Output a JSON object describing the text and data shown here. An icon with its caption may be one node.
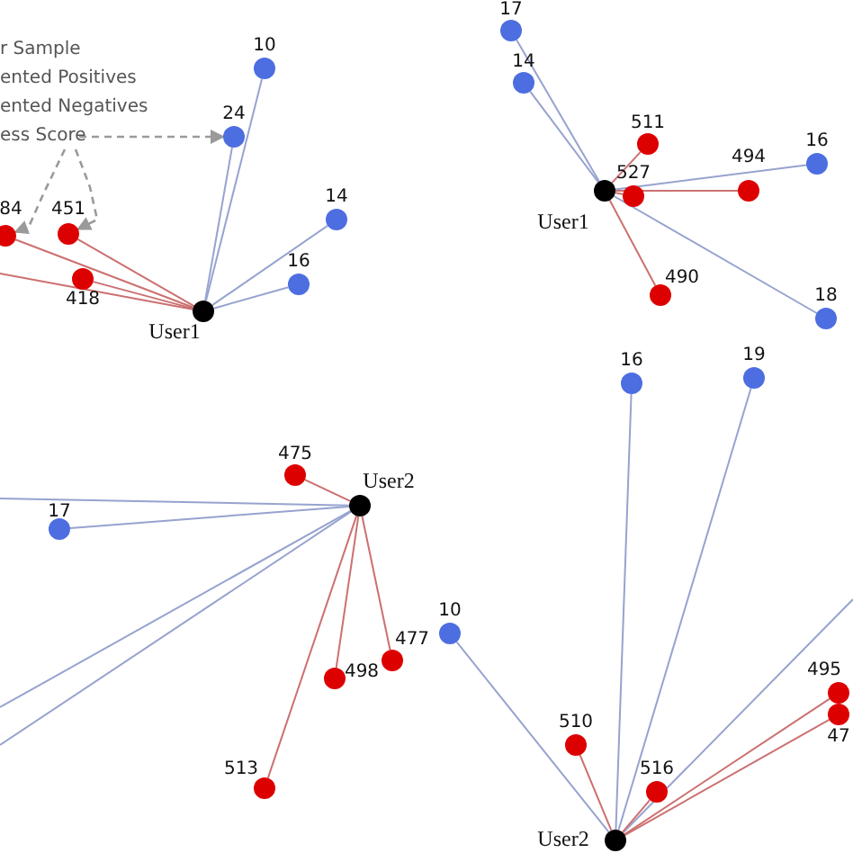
{
  "diagram": {
    "nodes": [
      {
        "text": [
          "ess Score"
        ]
      },
      {
        "text": [],
        "shape": "circle",
        "beside": [
          "User1"
        ]
      },
      {
        "text": [],
        "shape": "circle",
        "beside": [
          "10"
        ]
      },
      {
        "text": [],
        "shape": "circle",
        "beside": [
          "24"
        ]
      },
      {
        "text": [],
        "shape": "circle",
        "beside": [
          "14"
        ]
      },
      {
        "text": [],
        "shape": "circle",
        "beside": [
          "16"
        ]
      },
      {
        "text": [],
        "shape": "circle",
        "beside": [
          "84"
        ]
      },
      {
        "text": [],
        "shape": "circle",
        "beside": [
          "451"
        ]
      },
      {
        "text": [],
        "shape": "circle",
        "beside": [
          "418"
        ]
      },
      {
        "text": [],
        "shape": "circle",
        "beside": [
          "17"
        ]
      },
      {
        "text": [],
        "shape": "circle",
        "beside": [
          "14"
        ]
      },
      {
        "text": [],
        "shape": "circle",
        "beside": [
          "User1"
        ]
      },
      {
        "text": [],
        "shape": "circle",
        "beside": [
          "511"
        ]
      },
      {
        "text": [],
        "shape": "circle",
        "beside": [
          "527"
        ]
      },
      {
        "text": [],
        "shape": "circle",
        "beside": [
          "494"
        ]
      },
      {
        "text": [],
        "shape": "circle",
        "beside": [
          "16"
        ]
      },
      {
        "text": [],
        "shape": "circle",
        "beside": [
          "490"
        ]
      },
      {
        "text": [],
        "shape": "circle",
        "beside": [
          "18"
        ]
      },
      {
        "text": [],
        "shape": "circle",
        "beside": [
          "475"
        ]
      },
      {
        "text": [],
        "shape": "circle",
        "beside": [
          "User2"
        ]
      },
      {
        "text": [],
        "shape": "circle",
        "beside": [
          "17"
        ]
      },
      {
        "text": [],
        "shape": "circle",
        "beside": [
          "498"
        ]
      },
      {
        "text": [],
        "shape": "circle",
        "beside": [
          "477"
        ]
      },
      {
        "text": [],
        "shape": "circle",
        "beside": [
          "513"
        ]
      },
      {
        "text": [],
        "shape": "circle",
        "beside": [
          "16"
        ]
      },
      {
        "text": [],
        "shape": "circle",
        "beside": [
          "19"
        ]
      },
      {
        "text": [],
        "shape": "circle",
        "beside": [
          "10"
        ]
      },
      {
        "text": [],
        "shape": "circle",
        "beside": [
          "510"
        ]
      },
      {
        "text": [],
        "shape": "circle",
        "beside": [
          "516"
        ]
      },
      {
        "text": [],
        "shape": "circle",
        "beside": [
          "495"
        ]
      },
      {
        "text": [],
        "shape": "circle",
        "beside": [
          "47"
        ]
      },
      {
        "text": [],
        "shape": "circle",
        "beside": [
          "User2"
        ]
      }
    ],
    "edges": [
      {
        "from": 0,
        "to": 3,
        "arrow": "to",
        "style": "dashed",
        "color": "#9a9a9a"
      },
      {
        "from": 0,
        "to": 7,
        "arrow": "to",
        "style": "dashed",
        "color": "#9a9a9a"
      },
      {
        "from": 0,
        "to": 6,
        "arrow": "to",
        "style": "dashed",
        "color": "#9a9a9a"
      },
      {
        "from": 1,
        "to": 2,
        "arrow": "none",
        "color": "#97a3cf"
      },
      {
        "from": 1,
        "to": 3,
        "arrow": "none",
        "color": "#97a3cf"
      },
      {
        "from": 1,
        "to": 4,
        "arrow": "none",
        "color": "#97a3cf"
      },
      {
        "from": 1,
        "to": 5,
        "arrow": "none",
        "color": "#97a3cf"
      },
      {
        "from": 1,
        "to": 6,
        "arrow": "none",
        "color": "#cc7070"
      },
      {
        "from": 1,
        "to": 7,
        "arrow": "none",
        "color": "#cc7070"
      },
      {
        "from": 1,
        "to": 8,
        "arrow": "none",
        "color": "#cc7070"
      },
      {
        "from": 1,
        "to": null,
        "arrow": "none",
        "color": "#cc7070"
      },
      {
        "from": 11,
        "to": 9,
        "arrow": "none",
        "color": "#97a3cf"
      },
      {
        "from": 11,
        "to": 10,
        "arrow": "none",
        "color": "#97a3cf"
      },
      {
        "from": 11,
        "to": 15,
        "arrow": "none",
        "color": "#97a3cf"
      },
      {
        "from": 11,
        "to": 17,
        "arrow": "none",
        "color": "#97a3cf"
      },
      {
        "from": 11,
        "to": 12,
        "arrow": "none",
        "color": "#cc7070"
      },
      {
        "from": 11,
        "to": 13,
        "arrow": "none",
        "color": "#cc7070"
      },
      {
        "from": 11,
        "to": 14,
        "arrow": "none",
        "color": "#cc7070"
      },
      {
        "from": 11,
        "to": 16,
        "arrow": "none",
        "color": "#cc7070"
      },
      {
        "from": 19,
        "to": 20,
        "arrow": "none",
        "color": "#97a3cf"
      },
      {
        "from": 19,
        "to": null,
        "arrow": "none",
        "color": "#97a3cf"
      },
      {
        "from": 19,
        "to": null,
        "arrow": "none",
        "color": "#97a3cf"
      },
      {
        "from": 19,
        "to": null,
        "arrow": "none",
        "color": "#97a3cf"
      },
      {
        "from": 19,
        "to": 18,
        "arrow": "none",
        "color": "#cc7070"
      },
      {
        "from": 19,
        "to": 21,
        "arrow": "none",
        "color": "#cc7070"
      },
      {
        "from": 19,
        "to": 22,
        "arrow": "none",
        "color": "#cc7070"
      },
      {
        "from": 19,
        "to": 23,
        "arrow": "none",
        "color": "#cc7070"
      },
      {
        "from": 31,
        "to": 24,
        "arrow": "none",
        "color": "#97a3cf"
      },
      {
        "from": 31,
        "to": 25,
        "arrow": "none",
        "color": "#97a3cf"
      },
      {
        "from": 31,
        "to": 26,
        "arrow": "none",
        "color": "#97a3cf"
      },
      {
        "from": 31,
        "to": null,
        "arrow": "none",
        "color": "#97a3cf"
      },
      {
        "from": 31,
        "to": 27,
        "arrow": "none",
        "color": "#cc7070"
      },
      {
        "from": 31,
        "to": 28,
        "arrow": "none",
        "color": "#cc7070"
      },
      {
        "from": 31,
        "to": 29,
        "arrow": "none",
        "color": "#cc7070"
      },
      {
        "from": 31,
        "to": 30,
        "arrow": "none",
        "color": "#cc7070"
      }
    ],
    "labels": [
      "r Sample",
      "ented Positives",
      "ented Negatives"
    ]
  }
}
